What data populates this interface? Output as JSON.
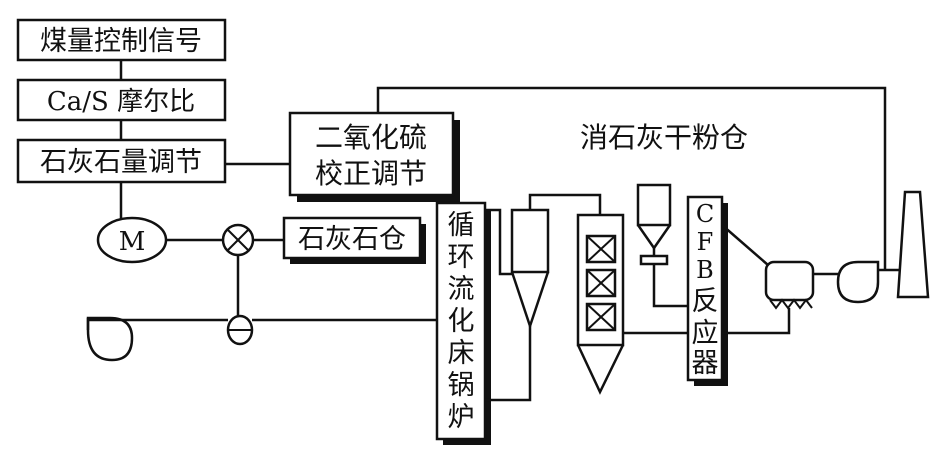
{
  "control": {
    "coal_signal": "煤量控制信号",
    "ca_s_ratio": "Ca/S 摩尔比",
    "limestone_adjust": "石灰石量调节"
  },
  "so2_correction": [
    "二氧化硫",
    "校正调节"
  ],
  "motor": "M",
  "limestone_silo": "石灰石仓",
  "boiler": [
    "循",
    "环",
    "流",
    "化",
    "床",
    "锅",
    "炉"
  ],
  "lime_silo_label": "消石灰干粉仓",
  "cfb_reactor": [
    "C",
    "F",
    "B",
    "反",
    "应",
    "器"
  ]
}
